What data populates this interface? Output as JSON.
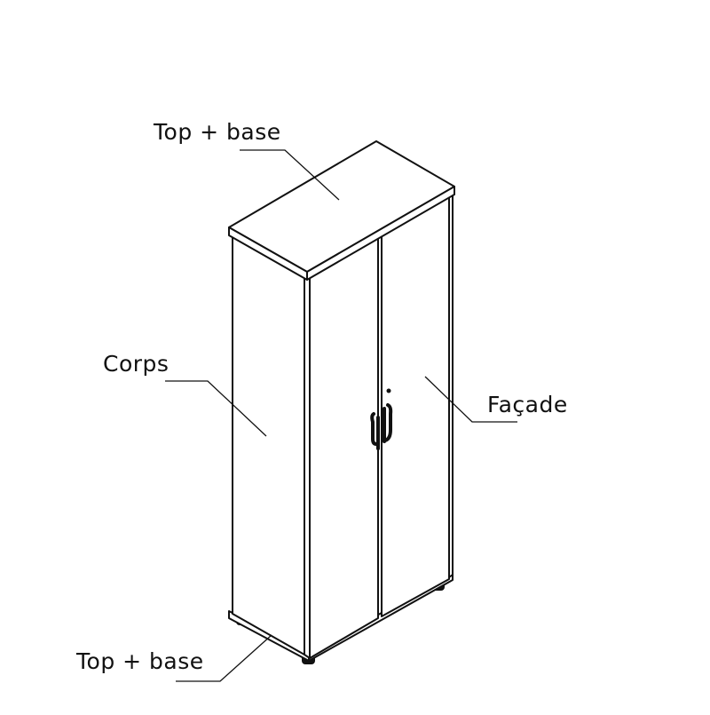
{
  "diagram": {
    "labels": {
      "top": "Top + base",
      "corps": "Corps",
      "facade": "Façade",
      "base": "Top + base"
    },
    "colors": {
      "line": "#111111",
      "fill": "#ffffff"
    }
  }
}
